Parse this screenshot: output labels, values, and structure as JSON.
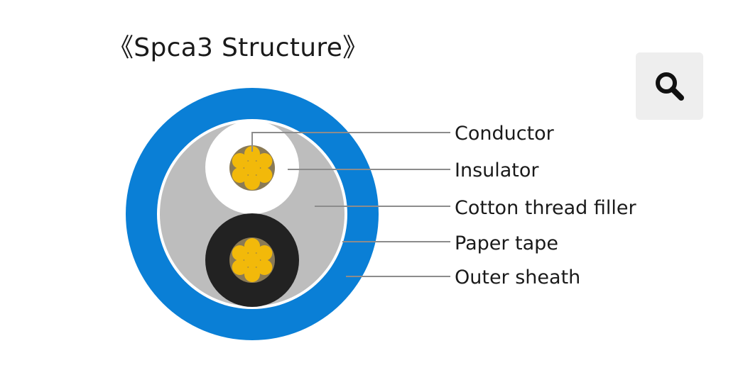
{
  "title": "《Spca3 Structure》",
  "zoom_button": {
    "icon": "search-icon"
  },
  "colors": {
    "outer_sheath": "#0a7fd6",
    "paper_tape": "#ffffff",
    "filler": "#bdbdbd",
    "insulator_white": "#ffffff",
    "insulator_black": "#222222",
    "conductor": "#f2b90a",
    "leader_line": "#8c8c8c"
  },
  "labels": [
    {
      "text": "Conductor"
    },
    {
      "text": "Insulator"
    },
    {
      "text": "Cotton thread filler"
    },
    {
      "text": "Paper tape"
    },
    {
      "text": "Outer sheath"
    }
  ]
}
